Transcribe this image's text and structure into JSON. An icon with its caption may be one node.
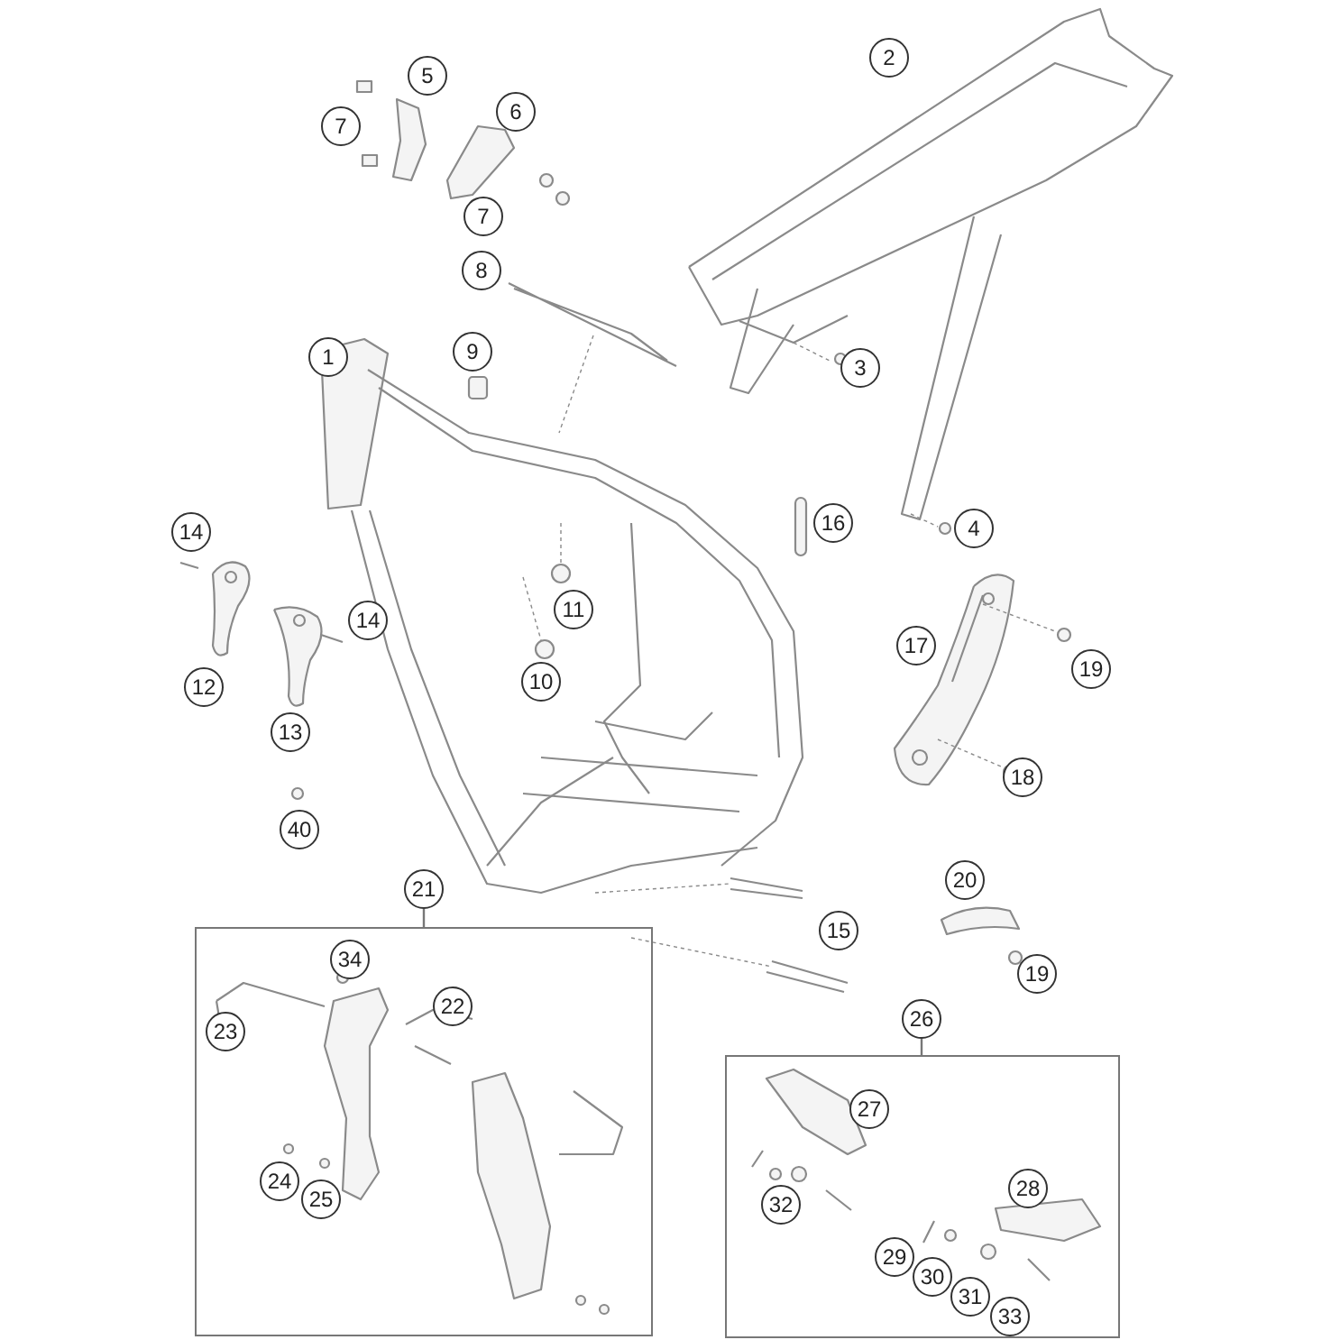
{
  "diagram": {
    "nodes": [
      {
        "text": [
          "5"
        ]
      },
      {
        "text": [
          "2"
        ]
      },
      {
        "text": [
          "6"
        ]
      },
      {
        "text": [
          "7"
        ]
      },
      {
        "text": [
          "7"
        ]
      },
      {
        "text": [
          "8"
        ]
      },
      {
        "text": [
          "9"
        ]
      },
      {
        "text": [
          "1"
        ]
      },
      {
        "text": [
          "3"
        ]
      },
      {
        "text": [
          "16"
        ]
      },
      {
        "text": [
          "4"
        ]
      },
      {
        "text": [
          "14"
        ]
      },
      {
        "text": [
          "11"
        ]
      },
      {
        "text": [
          "14"
        ]
      },
      {
        "text": [
          "17"
        ]
      },
      {
        "text": [
          "19"
        ]
      },
      {
        "text": [
          "12"
        ]
      },
      {
        "text": [
          "10"
        ]
      },
      {
        "text": [
          "13"
        ]
      },
      {
        "text": [
          "18"
        ]
      },
      {
        "text": [
          "40"
        ]
      },
      {
        "text": [
          "20"
        ]
      },
      {
        "text": [
          "21"
        ]
      },
      {
        "text": [
          "15"
        ]
      },
      {
        "text": [
          "19"
        ]
      },
      {
        "text": [
          "26"
        ]
      },
      {
        "text": [],
        "shape": "box"
      },
      {
        "text": [
          "34"
        ],
        "in": 26
      },
      {
        "text": [
          "22"
        ],
        "in": 26
      },
      {
        "text": [
          "23"
        ],
        "in": 26
      },
      {
        "text": [
          "24"
        ],
        "in": 26
      },
      {
        "text": [
          "25"
        ],
        "in": 26
      },
      {
        "text": [],
        "shape": "box"
      },
      {
        "text": [
          "27"
        ],
        "in": 32
      },
      {
        "text": [
          "28"
        ],
        "in": 32
      },
      {
        "text": [
          "32"
        ],
        "in": 32
      },
      {
        "text": [
          "29"
        ],
        "in": 32
      },
      {
        "text": [
          "30"
        ],
        "in": 32
      },
      {
        "text": [
          "31"
        ],
        "in": 32
      },
      {
        "text": [
          "33"
        ],
        "in": 32
      }
    ],
    "edges": [
      {
        "from": 22,
        "to": 26,
        "arrow": "none"
      },
      {
        "from": 25,
        "to": 32,
        "arrow": "none"
      }
    ]
  }
}
